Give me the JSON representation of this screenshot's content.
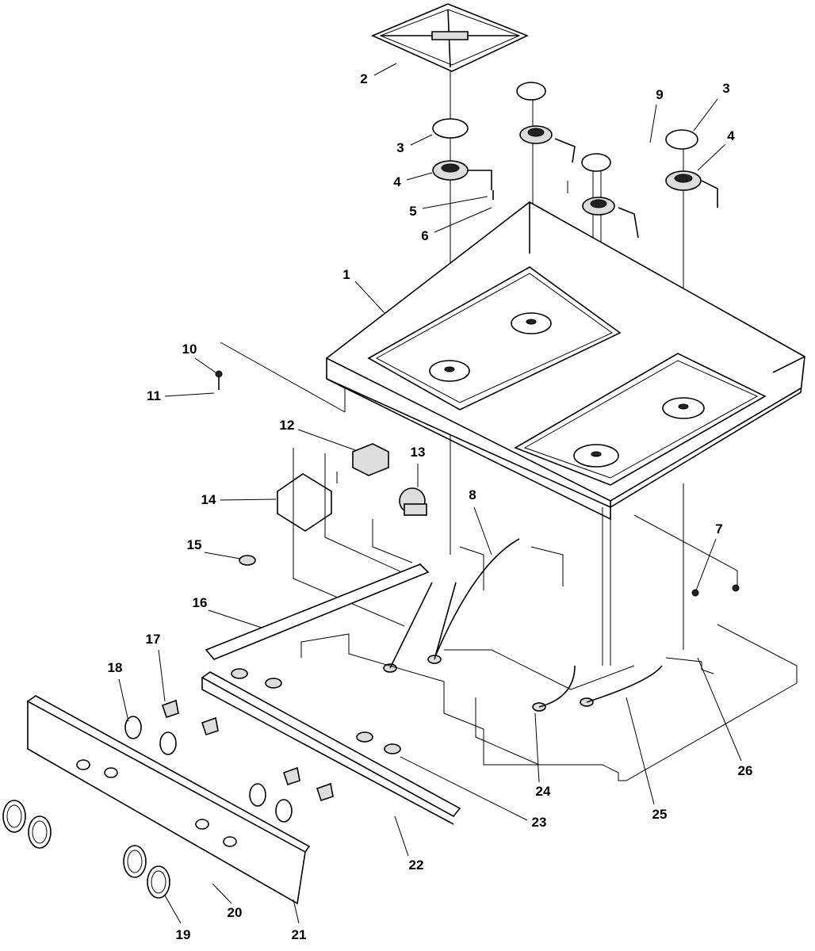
{
  "diagram": {
    "type": "exploded parts diagram",
    "callouts": [
      "1",
      "2",
      "3",
      "3",
      "4",
      "4",
      "5",
      "6",
      "7",
      "8",
      "9",
      "10",
      "11",
      "12",
      "13",
      "14",
      "15",
      "16",
      "17",
      "18",
      "19",
      "20",
      "21",
      "22",
      "23",
      "24",
      "25",
      "26"
    ]
  }
}
